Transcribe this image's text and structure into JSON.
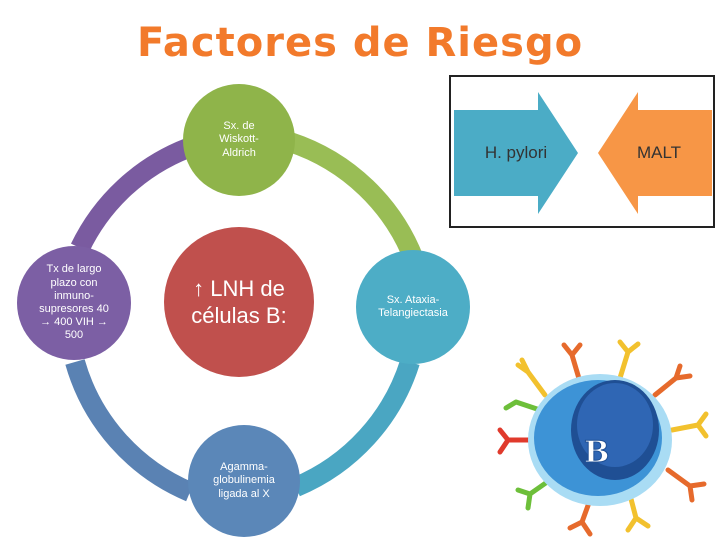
{
  "title": "Factores de Riesgo",
  "nodes": {
    "top": "Sx. de Wiskott-Aldrich",
    "left": "Tx de largo plazo con inmuno-supresores 40 → 400 VIH → 500",
    "right": "Sx. Ataxia-Telangiectasia",
    "bottom": "Agamma-globulinemia ligada al X",
    "center": "↑ LNH de células B:"
  },
  "arrows": {
    "left": "H. pylori",
    "right": "MALT"
  },
  "image": {
    "label": "B"
  },
  "colors": {
    "title": "#f27a2b",
    "top": "#8fb44a",
    "left": "#7c5fa4",
    "right": "#4dadc6",
    "bottom": "#5b87b8",
    "center": "#c0504d",
    "arrow_left": "#4bacc6",
    "arrow_right": "#f79646"
  }
}
